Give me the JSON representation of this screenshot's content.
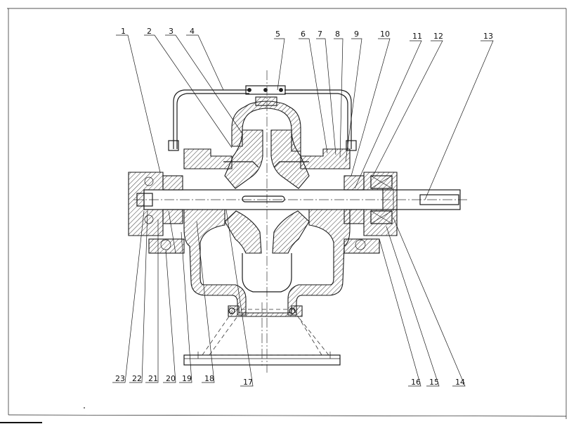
{
  "callouts": {
    "top": [
      "1",
      "2",
      "3",
      "4",
      "5",
      "6",
      "7",
      "8",
      "9",
      "10",
      "11",
      "12",
      "13"
    ],
    "bottom": [
      "23",
      "22",
      "21",
      "20",
      "19",
      "18",
      "17",
      "16",
      "15",
      "14"
    ]
  }
}
